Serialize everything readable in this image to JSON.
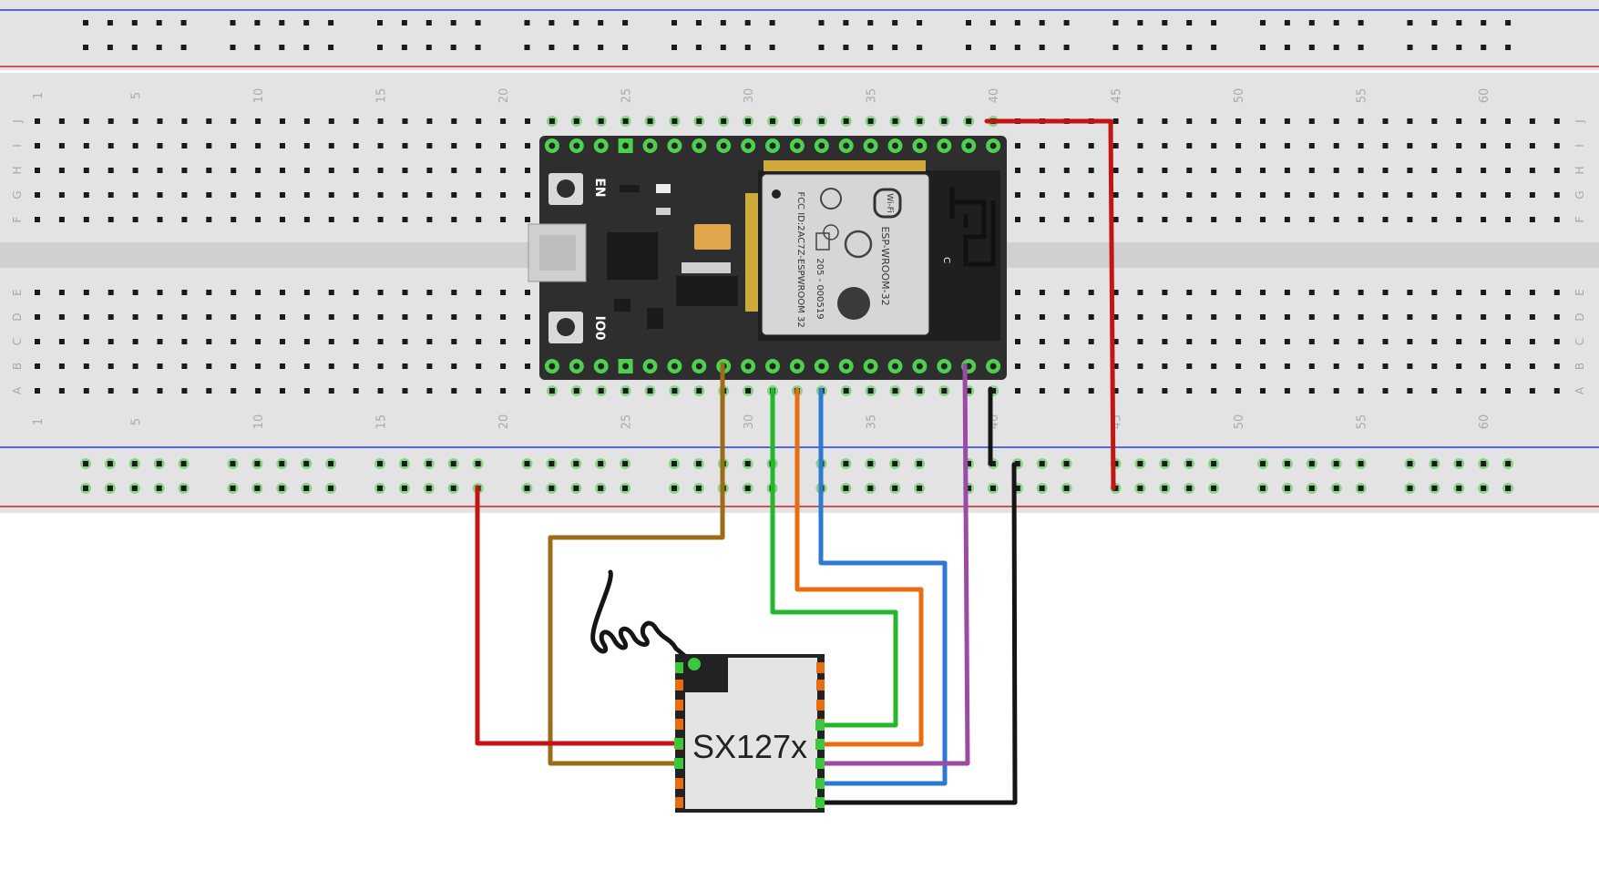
{
  "breadboard": {
    "column_labels": [
      "1",
      "5",
      "10",
      "15",
      "20",
      "25",
      "30",
      "35",
      "40",
      "45",
      "50",
      "55",
      "60"
    ],
    "row_labels_top": [
      "J",
      "I",
      "H",
      "G",
      "F"
    ],
    "row_labels_bottom": [
      "E",
      "D",
      "C",
      "B",
      "A"
    ]
  },
  "esp32": {
    "button_en": "EN",
    "button_io0": "IO0",
    "module_lines": [
      "ESP-WROOM-32",
      "FCC ID:2AC7Z-ESPWROOM 32",
      "205 - 000519"
    ],
    "wifi_label": "Wi-Fi",
    "antenna_letter": "C"
  },
  "lora": {
    "label": "SX127x"
  },
  "colors": {
    "breadboard": "#e3e3e3",
    "channel": "#d0d0d0",
    "rail_blue": "#2a3fd6",
    "rail_red": "#cc2222",
    "board": "#2e2e2e",
    "pin_green": "#3cc83c",
    "wire_red": "#c41414",
    "wire_brown": "#9a6c16",
    "wire_green": "#22b82a",
    "wire_orange": "#e86d12",
    "wire_blue": "#2d78d2",
    "wire_purple": "#9b4aa6",
    "wire_black": "#151515"
  }
}
